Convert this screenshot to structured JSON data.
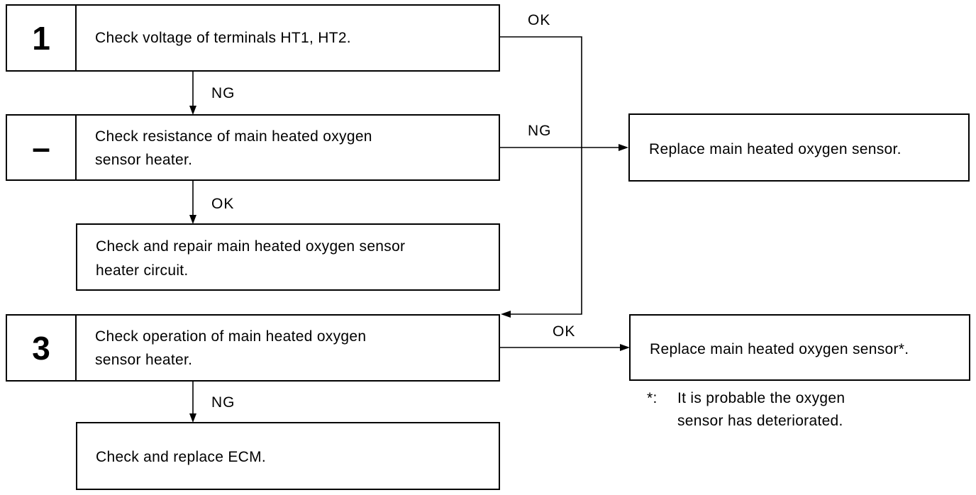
{
  "steps": {
    "s1": {
      "number": "1",
      "text_l1": "Check voltage of terminals HT1, HT2."
    },
    "s2": {
      "number": "–",
      "text_l1": "Check resistance of main heated oxygen",
      "text_l2": "sensor heater."
    },
    "s2b": {
      "text_l1": "Check and repair main heated oxygen sensor",
      "text_l2": "heater circuit."
    },
    "s3": {
      "number": "3",
      "text_l1": "Check operation of main heated oxygen",
      "text_l2": "sensor heater."
    },
    "s3b": {
      "text_l1": "Check and replace ECM."
    }
  },
  "results": {
    "r1": {
      "text": "Replace main heated oxygen sensor."
    },
    "r2": {
      "text": "Replace main heated oxygen sensor*."
    }
  },
  "labels": {
    "s1_ok": "OK",
    "s1_ng": "NG",
    "s2_ng": "NG",
    "s2_ok": "OK",
    "s3_ok": "OK",
    "s3_ng": "NG"
  },
  "footnote": {
    "marker": "*:",
    "line1": "It is probable the oxygen",
    "line2": "sensor has deteriorated."
  }
}
